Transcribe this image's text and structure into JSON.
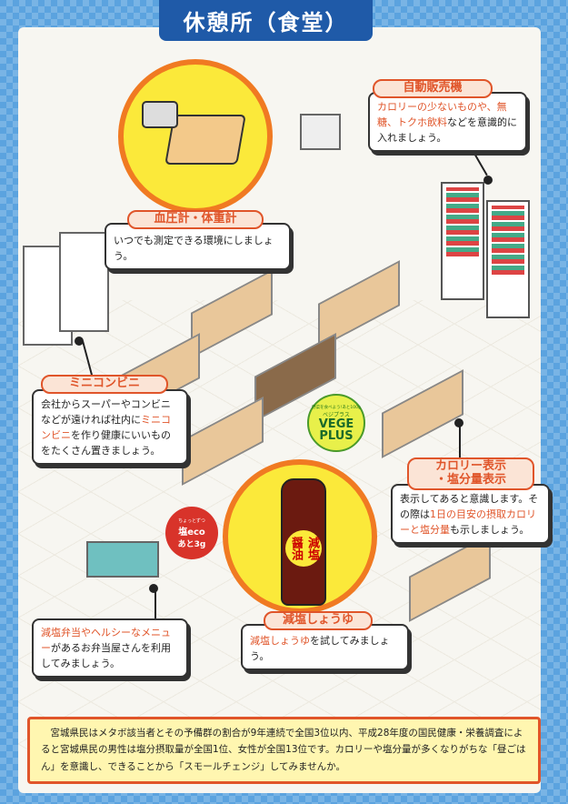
{
  "title": "休憩所（食堂）",
  "callouts": {
    "scale": {
      "label": "血圧計・体重計",
      "text": "いつでも測定できる環境にしましょう。"
    },
    "vending": {
      "label": "自動販売機",
      "hl1": "カロリーの少ないものや、無糖、",
      "hl2": "トクホ飲料",
      "text": "などを意識的に入れましょう。"
    },
    "mini": {
      "label": "ミニコンビニ",
      "t1": "会社からスーパーやコンビニなどが遠ければ社内に",
      "hl": "ミニコンビニ",
      "t2": "を作り健康にいいものをたくさん置きましょう。"
    },
    "calorie": {
      "label1": "カロリー表示",
      "label2": "・塩分量表示",
      "t1": "表示してあると意識します。その際は",
      "hl": "1日の目安の摂取カロリーと塩分量",
      "t2": "も示しましょう。"
    },
    "soy": {
      "label": "減塩しょうゆ",
      "hl": "減塩しょうゆ",
      "text": "を試してみましょう。"
    },
    "bento": {
      "hl": "減塩弁当やヘルシーなメニュー",
      "text": "があるお弁当屋さんを利用してみましょう。"
    }
  },
  "badges": {
    "vege": {
      "top": "野菜を食べよう!あと100g",
      "sub": "ベジプラス",
      "main1": "VEGE",
      "main2": "PLUS"
    },
    "eco": {
      "top": "ちょっとずつ",
      "main": "塩eco",
      "sub": "あと3g"
    },
    "bottle": "減塩醤油"
  },
  "bottom_text": "宮城県民はメタボ該当者とその予備群の割合が9年連続で全国3位以内、平成28年度の国民健康・栄養調査によると宮城県民の男性は塩分摂取量が全国1位、女性が全国13位です。カロリーや塩分量が多くなりがちな「昼ごはん」を意識し、できることから「スモールチェンジ」してみませんか。"
}
